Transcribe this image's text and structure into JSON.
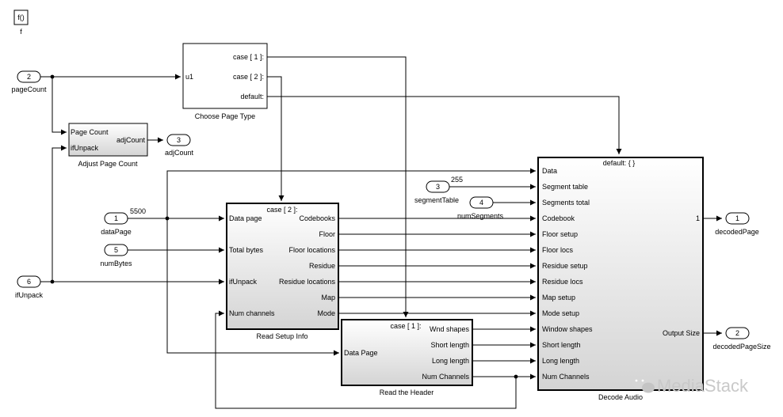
{
  "func_block": {
    "icon": "f()",
    "label": "f"
  },
  "inports": {
    "pageCount": {
      "num": "2",
      "label": "pageCount"
    },
    "dataPage": {
      "num": "1",
      "label": "dataPage"
    },
    "numBytes": {
      "num": "5",
      "label": "numBytes"
    },
    "ifUnpack": {
      "num": "6",
      "label": "ifUnpack"
    }
  },
  "constants": {
    "segmentTable": {
      "num": "3",
      "label": "segmentTable",
      "value": "255"
    },
    "numSegments": {
      "num": "4",
      "label": "numSegments"
    }
  },
  "signal_values": {
    "dataPage": "5500"
  },
  "outports": {
    "adjCount": {
      "num": "3",
      "label": "adjCount"
    },
    "decodedPage": {
      "num": "1",
      "label": "decodedPage"
    },
    "decodedPageSize": {
      "num": "2",
      "label": "decodedPageSize"
    }
  },
  "choose_page_type": {
    "title": "Choose Page Type",
    "input": "u1",
    "outputs": [
      "case [ 1 ]:",
      "case [ 2 ]:",
      "default:"
    ]
  },
  "adjust_page_count": {
    "title": "Adjust Page Count",
    "inputs": [
      "Page Count",
      "ifUnpack"
    ],
    "output": "adjCount"
  },
  "read_setup_info": {
    "title": "Read Setup Info",
    "header": "case [ 2 ]:",
    "inputs": [
      "Data page",
      "Total bytes",
      "ifUnpack",
      "Num channels"
    ],
    "outputs": [
      "Codebooks",
      "Floor",
      "Floor locations",
      "Residue",
      "Residue locations",
      "Map",
      "Mode"
    ]
  },
  "read_header": {
    "title": "Read the Header",
    "header": "case [ 1 ]:",
    "input": "Data Page",
    "outputs": [
      "Wnd shapes",
      "Short length",
      "Long length",
      "Num Channels"
    ]
  },
  "decode_audio": {
    "title": "Decode Audio",
    "header": "default: { }",
    "inputs": [
      "Data",
      "Segment table",
      "Segments total",
      "Codebook",
      "Floor setup",
      "Floor locs",
      "Residue setup",
      "Residue locs",
      "Map setup",
      "Mode setup",
      "Window shapes",
      "Short length",
      "Long length",
      "Num Channels"
    ],
    "outputs": [
      "1",
      "Output Size"
    ]
  },
  "watermark": "MediaStack"
}
